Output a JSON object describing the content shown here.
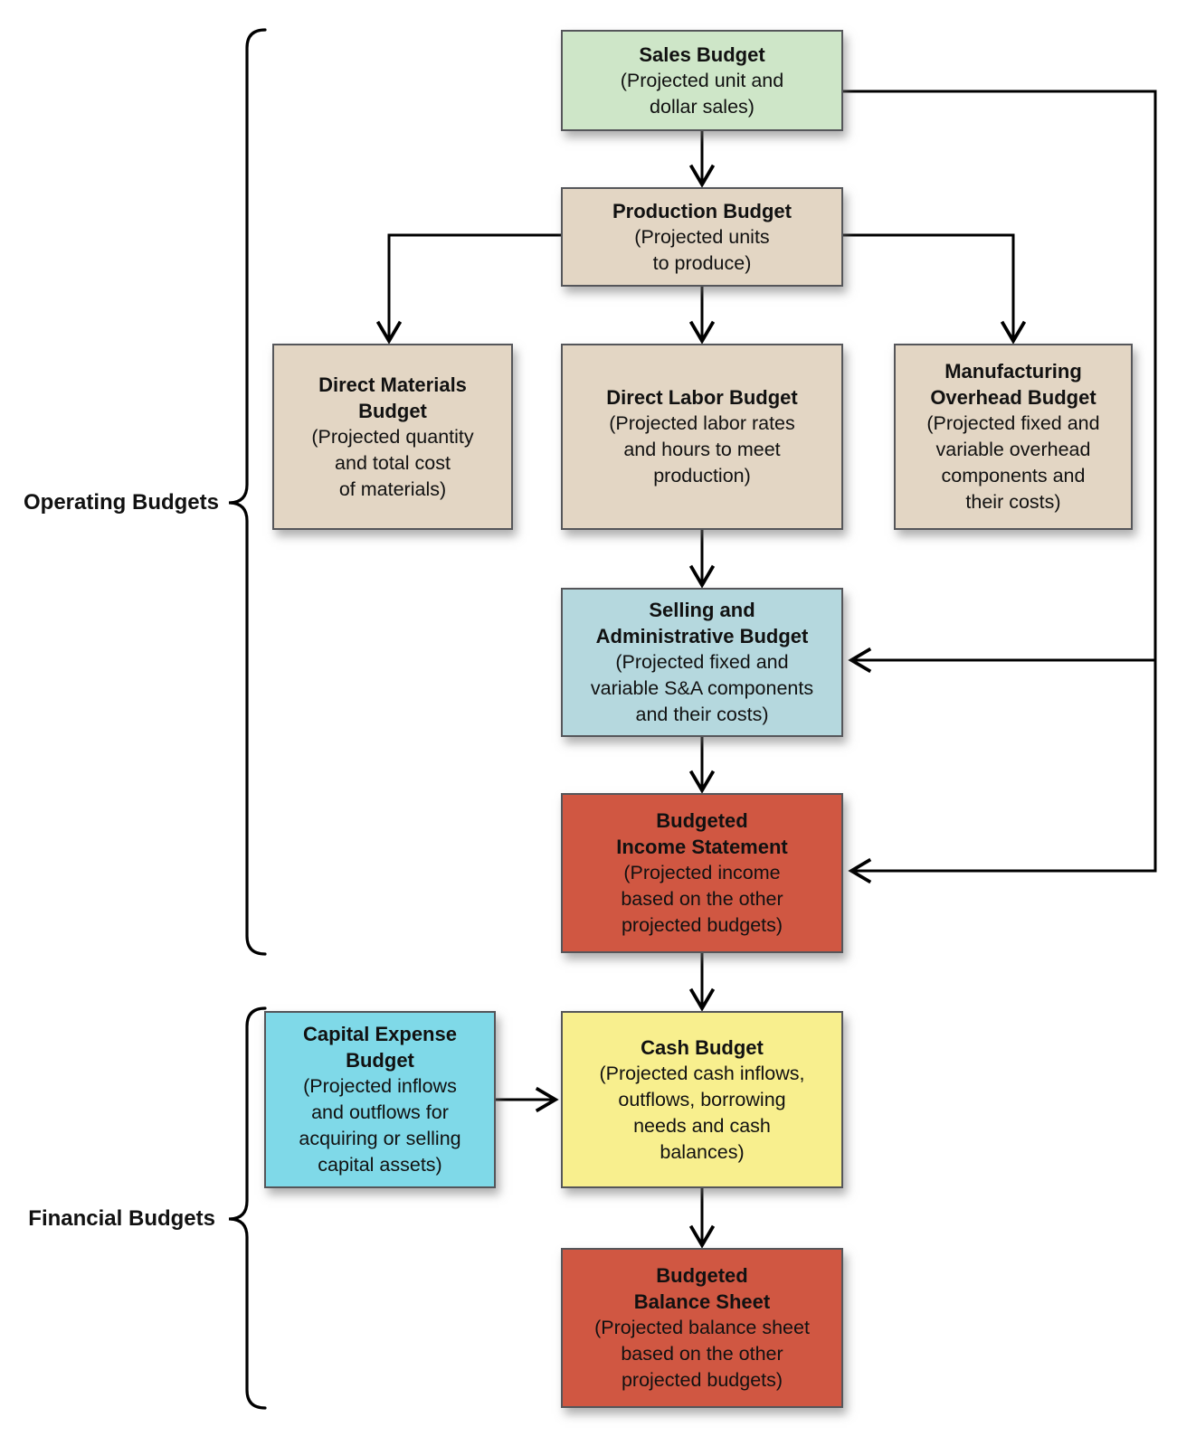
{
  "group_labels": {
    "operating": "Operating Budgets",
    "financial": "Financial Budgets"
  },
  "nodes": [
    {
      "id": "sales-budget",
      "title": "Sales Budget",
      "desc": "(Projected unit and\ndollar sales)",
      "fill": "#cee6c8"
    },
    {
      "id": "production-budget",
      "title": "Production Budget",
      "desc": "(Projected units\nto produce)",
      "fill": "#e3d6c4"
    },
    {
      "id": "direct-materials-budget",
      "title": "Direct Materials\nBudget",
      "desc": "(Projected quantity\nand total cost\nof materials)",
      "fill": "#e3d6c4"
    },
    {
      "id": "direct-labor-budget",
      "title": "Direct Labor Budget",
      "desc": "(Projected labor rates\nand hours to meet\nproduction)",
      "fill": "#e3d6c4"
    },
    {
      "id": "manufacturing-overhead-budget",
      "title": "Manufacturing\nOverhead Budget",
      "desc": "(Projected fixed and\nvariable overhead\ncomponents and\ntheir costs)",
      "fill": "#e3d6c4"
    },
    {
      "id": "selling-administrative-budget",
      "title": "Selling and\nAdministrative Budget",
      "desc": "(Projected fixed and\nvariable S&A components\nand their costs)",
      "fill": "#b5d8de"
    },
    {
      "id": "budgeted-income-statement",
      "title": "Budgeted\nIncome Statement",
      "desc": "(Projected income\nbased on the other\nprojected budgets)",
      "fill": "#d05742"
    },
    {
      "id": "capital-expense-budget",
      "title": "Capital Expense\nBudget",
      "desc": "(Projected inflows\nand outflows for\nacquiring or selling\ncapital assets)",
      "fill": "#7fd9e8"
    },
    {
      "id": "cash-budget",
      "title": "Cash Budget",
      "desc": "(Projected cash inflows,\noutflows, borrowing\nneeds and cash\nbalances)",
      "fill": "#f8ef8e"
    },
    {
      "id": "budgeted-balance-sheet",
      "title": "Budgeted\nBalance Sheet",
      "desc": "(Projected balance sheet\nbased on the other\nprojected budgets)",
      "fill": "#d05742"
    }
  ],
  "style": {
    "connector_color": "#000000",
    "node_border_color": "#55565a",
    "text_color": "#111111",
    "background": "#ffffff"
  }
}
